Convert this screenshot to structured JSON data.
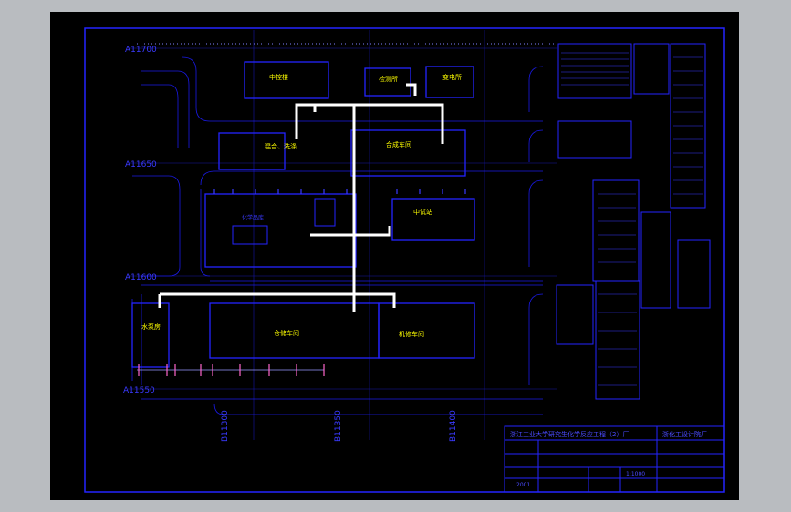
{
  "drawing": {
    "coord_labels": {
      "top": "A11700",
      "upper_mid": "A11650",
      "middle": "A11600",
      "bottom": "A11550",
      "col1": "B11300",
      "col2": "B11350",
      "col3": "B11400"
    },
    "buildings": {
      "main_control": "中控楼",
      "inspection": "检测所",
      "substation": "变电所",
      "mixing": "混合、洗涤",
      "synthesis": "合成车间",
      "pilot": "中试站",
      "chemical_store": "化学品库",
      "water_pump": "水泵房",
      "storage_workshop": "仓储车间",
      "repair_workshop": "机修车间"
    }
  },
  "title_block": {
    "title": "浙江工业大学研究生化学反应工程（2）厂",
    "company": "浙化工设计院厂",
    "scale": "1:1000",
    "year": "2001"
  }
}
